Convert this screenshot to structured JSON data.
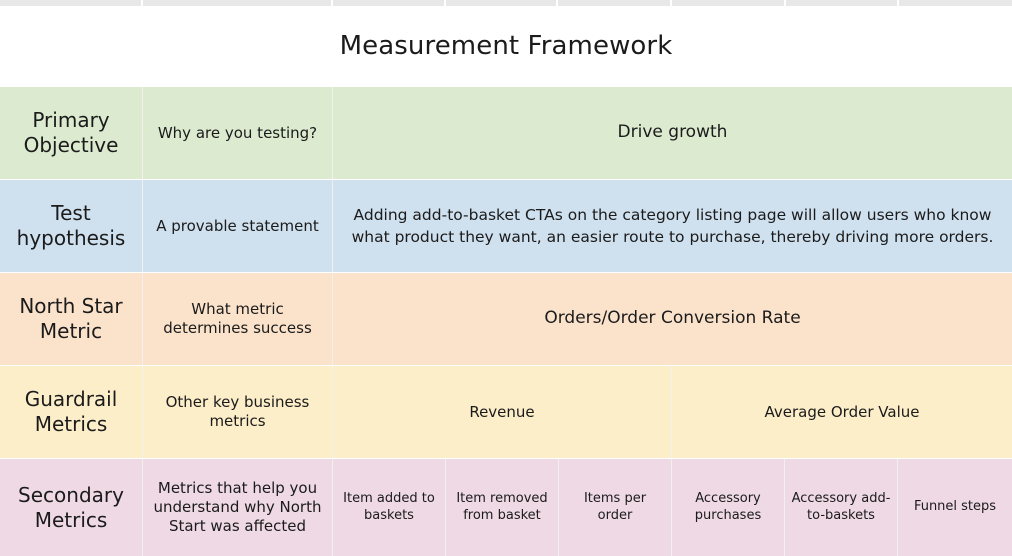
{
  "page": {
    "title": "Measurement Framework"
  },
  "top_strip": {
    "cells": [
      {
        "name": "col-a",
        "width": 143
      },
      {
        "name": "col-b",
        "width": 190
      },
      {
        "name": "col-c",
        "width": 113
      },
      {
        "name": "col-d",
        "width": 112
      },
      {
        "name": "col-e",
        "width": 114
      },
      {
        "name": "col-f",
        "width": 114
      },
      {
        "name": "col-g",
        "width": 113
      },
      {
        "name": "col-h",
        "width": 113
      }
    ]
  },
  "colors": {
    "primary_objective_row": "#dcead0",
    "test_hypothesis_row": "#cfe0ef",
    "north_star_row": "#fbe3cb",
    "guardrail_row": "#fdeeca",
    "secondary_row": "#eed9e5",
    "page_background": "#ffffff",
    "text": "#1b1b1b"
  },
  "rows": [
    {
      "id": "primary-objective",
      "label": "Primary Objective",
      "description": "Why are you testing?",
      "value": "Drive growth"
    },
    {
      "id": "test-hypothesis",
      "label": "Test hypothesis",
      "description": "A provable statement",
      "value": "Adding add-to-basket CTAs on the category listing page will allow users who know what product they want, an easier route to purchase, thereby driving more orders."
    },
    {
      "id": "north-star-metric",
      "label": "North Star Metric",
      "description": "What metric determines success",
      "value": "Orders/Order Conversion Rate"
    },
    {
      "id": "guardrail-metrics",
      "label": "Guardrail Metrics",
      "description": "Other key business metrics",
      "values": [
        "Revenue",
        "Average Order Value"
      ]
    },
    {
      "id": "secondary-metrics",
      "label": "Secondary Metrics",
      "description": "Metrics that help you understand why North Start was affected",
      "values": [
        "Item added to baskets",
        "Item removed from basket",
        "Items per order",
        "Accessory purchases",
        "Accessory add-to-baskets",
        "Funnel steps"
      ]
    }
  ]
}
